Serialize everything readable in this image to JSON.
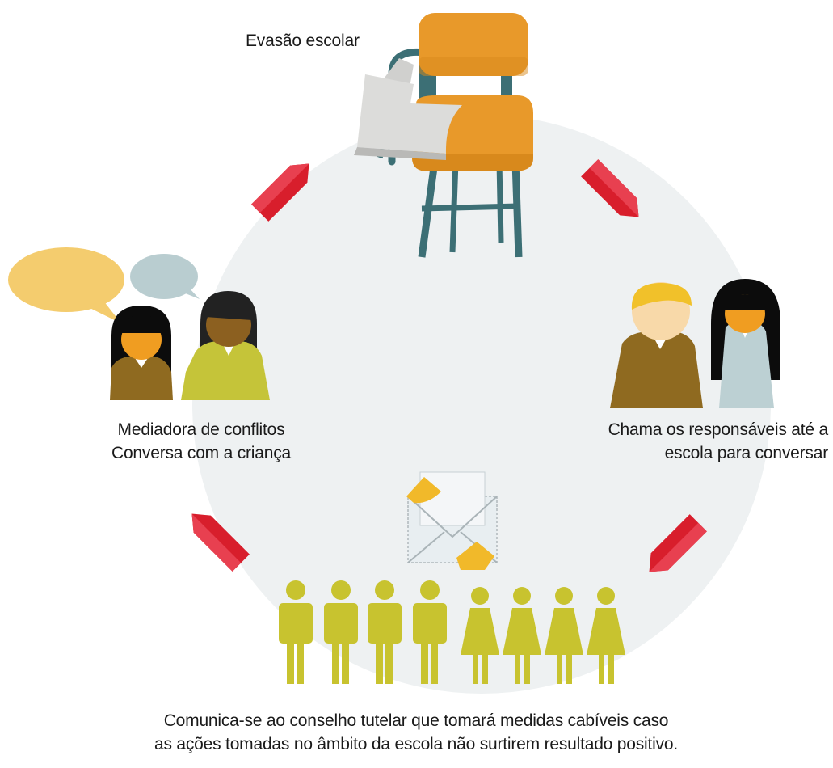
{
  "steps": {
    "dropout": {
      "text": "Evasão escolar",
      "icon": "school-chair-icon"
    },
    "mediator": {
      "lines": [
        "Mediadora de conflitos",
        "Conversa com a criança"
      ],
      "icon": "speech-bubbles-icon"
    },
    "guardians": {
      "lines": [
        "Chama os responsáveis até a",
        "escola para conversar"
      ],
      "icon": "parents-icon"
    },
    "council": {
      "lines": [
        "Comunica-se ao conselho tutelar  que tomará medidas cabíveis caso",
        "as ações tomadas no âmbito da escola não surtirem resultado positivo."
      ],
      "icon": "envelope-icon",
      "people_icon": "council-members-icon"
    }
  },
  "colors": {
    "circle": "#eef1f2",
    "arrow": "#d81e2c",
    "chair_seat": "#e8992a",
    "chair_frame": "#3c6f75",
    "desk": "#dcdcda",
    "bubble_yellow": "#f4cc6e",
    "bubble_gray": "#b9cdd0",
    "brown": "#8f6a20",
    "lime": "#c5c439",
    "skin_orange": "#f09d21",
    "skin_brown": "#8c6020",
    "hair_black": "#0c0c0c",
    "hair_blonde": "#f1c12a",
    "skin_light": "#f8d9a9",
    "light_blue": "#bcd0d3",
    "council_green": "#c8c32f",
    "envelope": "#e8eef1",
    "stamp": "#f1b92a"
  }
}
